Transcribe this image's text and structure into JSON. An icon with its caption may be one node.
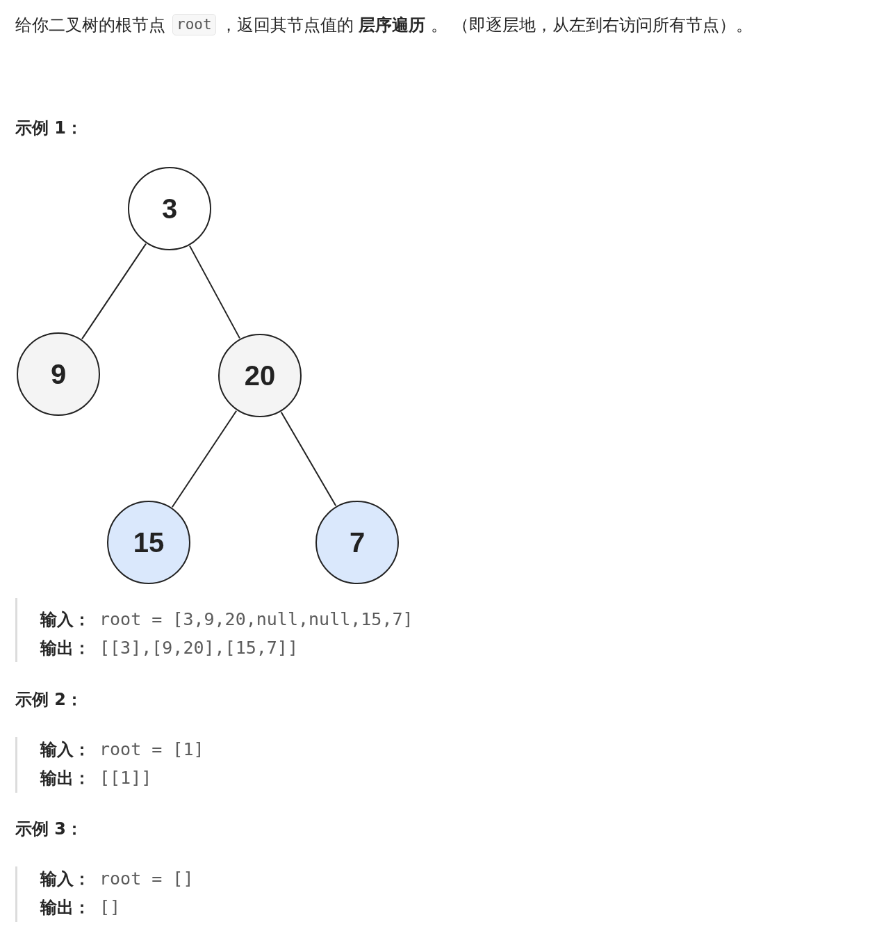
{
  "diagram": {
    "nodes": [
      {
        "text": [
          "3"
        ]
      },
      {
        "text": [
          "9"
        ]
      },
      {
        "text": [
          "20"
        ]
      },
      {
        "text": [
          "15"
        ]
      },
      {
        "text": [
          "7"
        ]
      }
    ],
    "edges": [
      {
        "from": 0,
        "to": 1,
        "arrow": "none"
      },
      {
        "from": 0,
        "to": 2,
        "arrow": "none"
      },
      {
        "from": 2,
        "to": 3,
        "arrow": "none"
      },
      {
        "from": 2,
        "to": 4,
        "arrow": "none"
      }
    ],
    "labels": [
      "给你二叉树的根节点",
      "root",
      "，返回其节点值的 **层序遍历** 。 （即逐层地，从左到右访问所有节点）。",
      "示例 1：",
      "输入：",
      "root = [3,9,20,null,null,15,7]",
      "输出：",
      "[[3],[9,20],[15,7]]",
      "示例 2：",
      "输入：",
      "root = [1]",
      "输出：",
      "[[1]]",
      "示例 3：",
      "输入：",
      "root = []",
      "输出：",
      "[]"
    ]
  }
}
